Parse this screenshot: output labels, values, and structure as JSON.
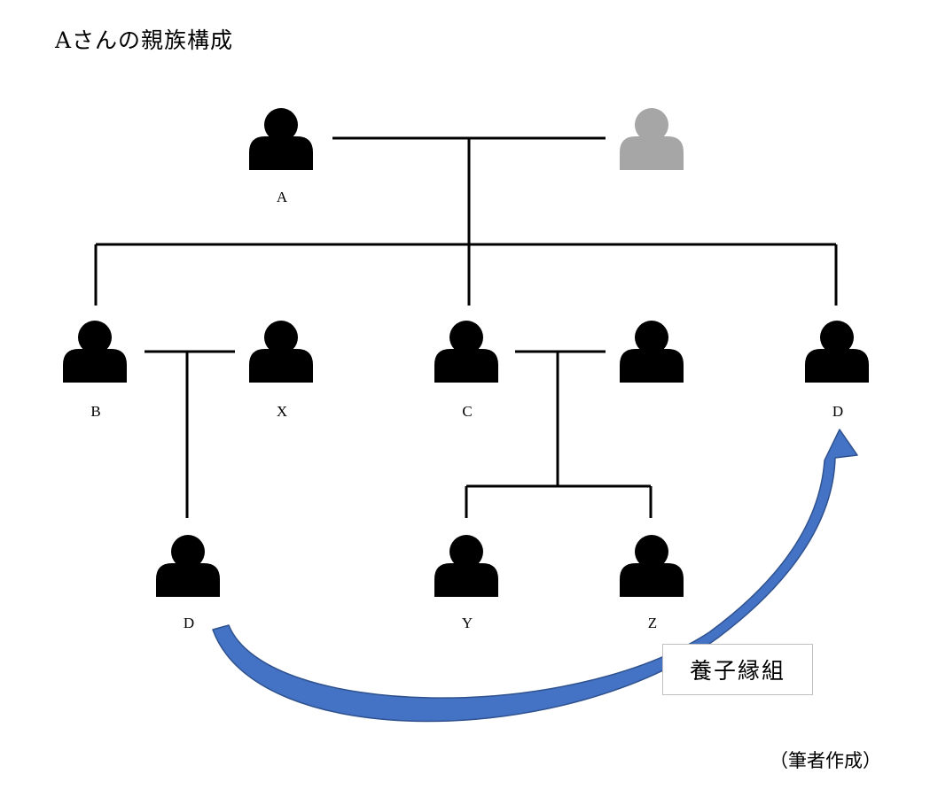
{
  "title": "Aさんの親族構成",
  "caption": "（筆者作成）",
  "adoption_label": "養子縁組",
  "colors": {
    "person": "#000000",
    "deceased_spouse": "#a6a6a6",
    "arrow": "#4472c4",
    "arrow_edge": "#2f528f",
    "line": "#000000",
    "box_border": "#bfbfbf"
  },
  "nodes": {
    "a": "A",
    "a_spouse": "",
    "b": "B",
    "x": "X",
    "c": "C",
    "c_spouse": "",
    "d_top": "D",
    "d_child": "D",
    "y": "Y",
    "z": "Z"
  },
  "icon": "person-icon"
}
